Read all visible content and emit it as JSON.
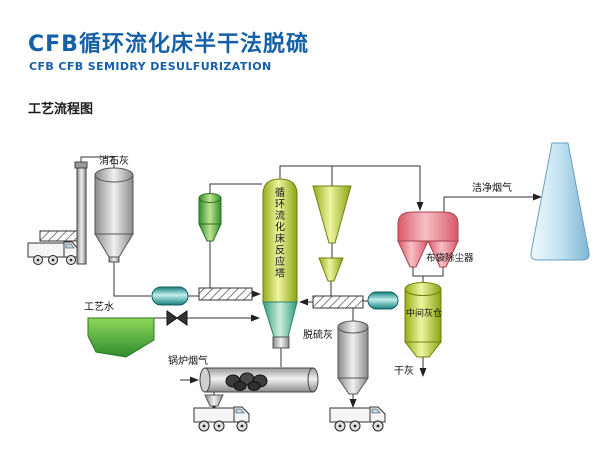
{
  "header": {
    "title": "CFB循环流化床半干法脱硫",
    "subtitle": "CFB CFB SEMIDRY DESULFURIZATION",
    "section_label": "工艺流程图"
  },
  "labels": {
    "slaked_lime": "消石灰",
    "process_water": "工艺水",
    "reactor_tower_vertical": "循环流化床反应塔",
    "boiler_flue_gas": "锅炉烟气",
    "desulfurized_ash": "脱硫灰",
    "bag_filter": "布袋除尘器",
    "intermediate_ash_silo": "中间灰仓",
    "dry_ash": "干灰",
    "clean_flue_gas": "洁净烟气"
  },
  "colors": {
    "title_blue": "#1560a6",
    "reactor_green": "#c6d23c",
    "bag_filter_pink": "#ec8c96",
    "stack_blue": "#bfe0f0",
    "water_green": "#57b33e",
    "feeder_teal": "#2a9c98",
    "silo_gray": "#c4c4c4"
  }
}
